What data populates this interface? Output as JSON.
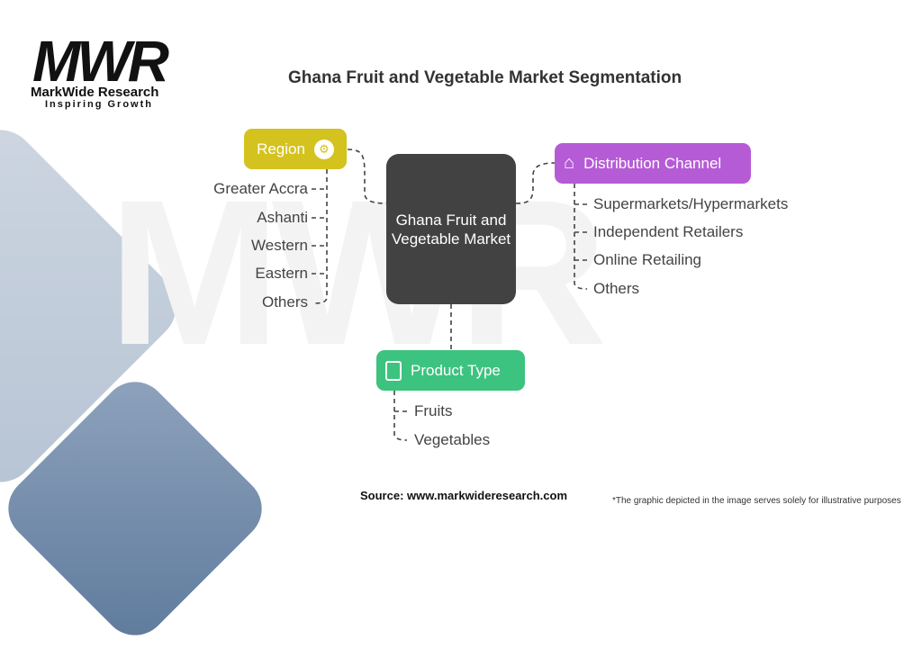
{
  "logo": {
    "mark": "MWR",
    "name": "MarkWide Research",
    "tagline": "Inspiring Growth"
  },
  "title": "Ghana Fruit and Vegetable Market Segmentation",
  "center": {
    "label": "Ghana Fruit and Vegetable Market"
  },
  "segments": {
    "region": {
      "label": "Region",
      "icon": "location-gear-icon",
      "color": "#d4c21e",
      "items": [
        "Greater Accra",
        "Ashanti",
        "Western",
        "Eastern",
        "Others"
      ]
    },
    "distribution": {
      "label": "Distribution Channel",
      "icon": "store-megaphone-icon",
      "color": "#b65bd6",
      "items": [
        "Supermarkets/Hypermarkets",
        "Independent Retailers",
        "Online Retailing",
        "Others"
      ]
    },
    "product": {
      "label": "Product Type",
      "icon": "product-document-icon",
      "color": "#3cc37f",
      "items": [
        "Fruits",
        "Vegetables"
      ]
    }
  },
  "footer": {
    "source": "Source: www.markwideresearch.com",
    "note": "*The graphic depicted in the image serves solely for illustrative purposes"
  }
}
